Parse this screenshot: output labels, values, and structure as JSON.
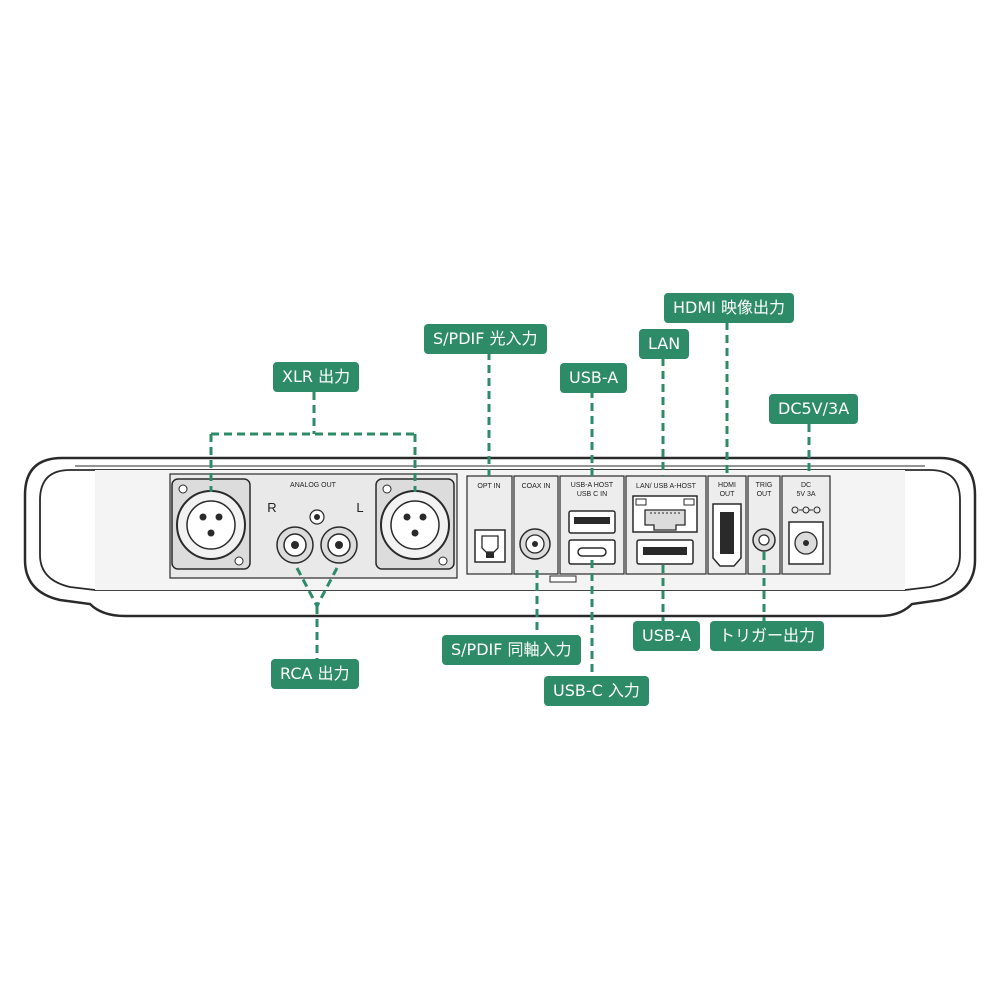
{
  "callouts": {
    "xlr": "XLR 出力",
    "rca": "RCA 出力",
    "spdif_optical": "S/PDIF 光入力",
    "spdif_coax": "S/PDIF 同軸入力",
    "usb_a_top": "USB-A",
    "usb_c": "USB-C 入力",
    "lan": "LAN",
    "usb_a_bottom": "USB-A",
    "hdmi": "HDMI 映像出力",
    "trigger": "トリガー出力",
    "dc": "DC5V/3A"
  },
  "panel": {
    "analog_out": "ANALOG OUT",
    "right": "R",
    "left": "L",
    "opt_in": "OPT IN",
    "coax_in": "COAX IN",
    "usb_a_host": "USB-A HOST",
    "usb_c_in": "USB C IN",
    "lan_usb": "LAN/ USB A-HOST",
    "hdmi": "HDMI",
    "hdmi_out": "OUT",
    "trig": "TRIG",
    "trig_out": "OUT",
    "dc": "DC",
    "dc_spec": "5V 3A"
  },
  "colors": {
    "accent": "#2e8b68",
    "outline": "#2a2a2a",
    "panel": "#e9e9e9"
  }
}
